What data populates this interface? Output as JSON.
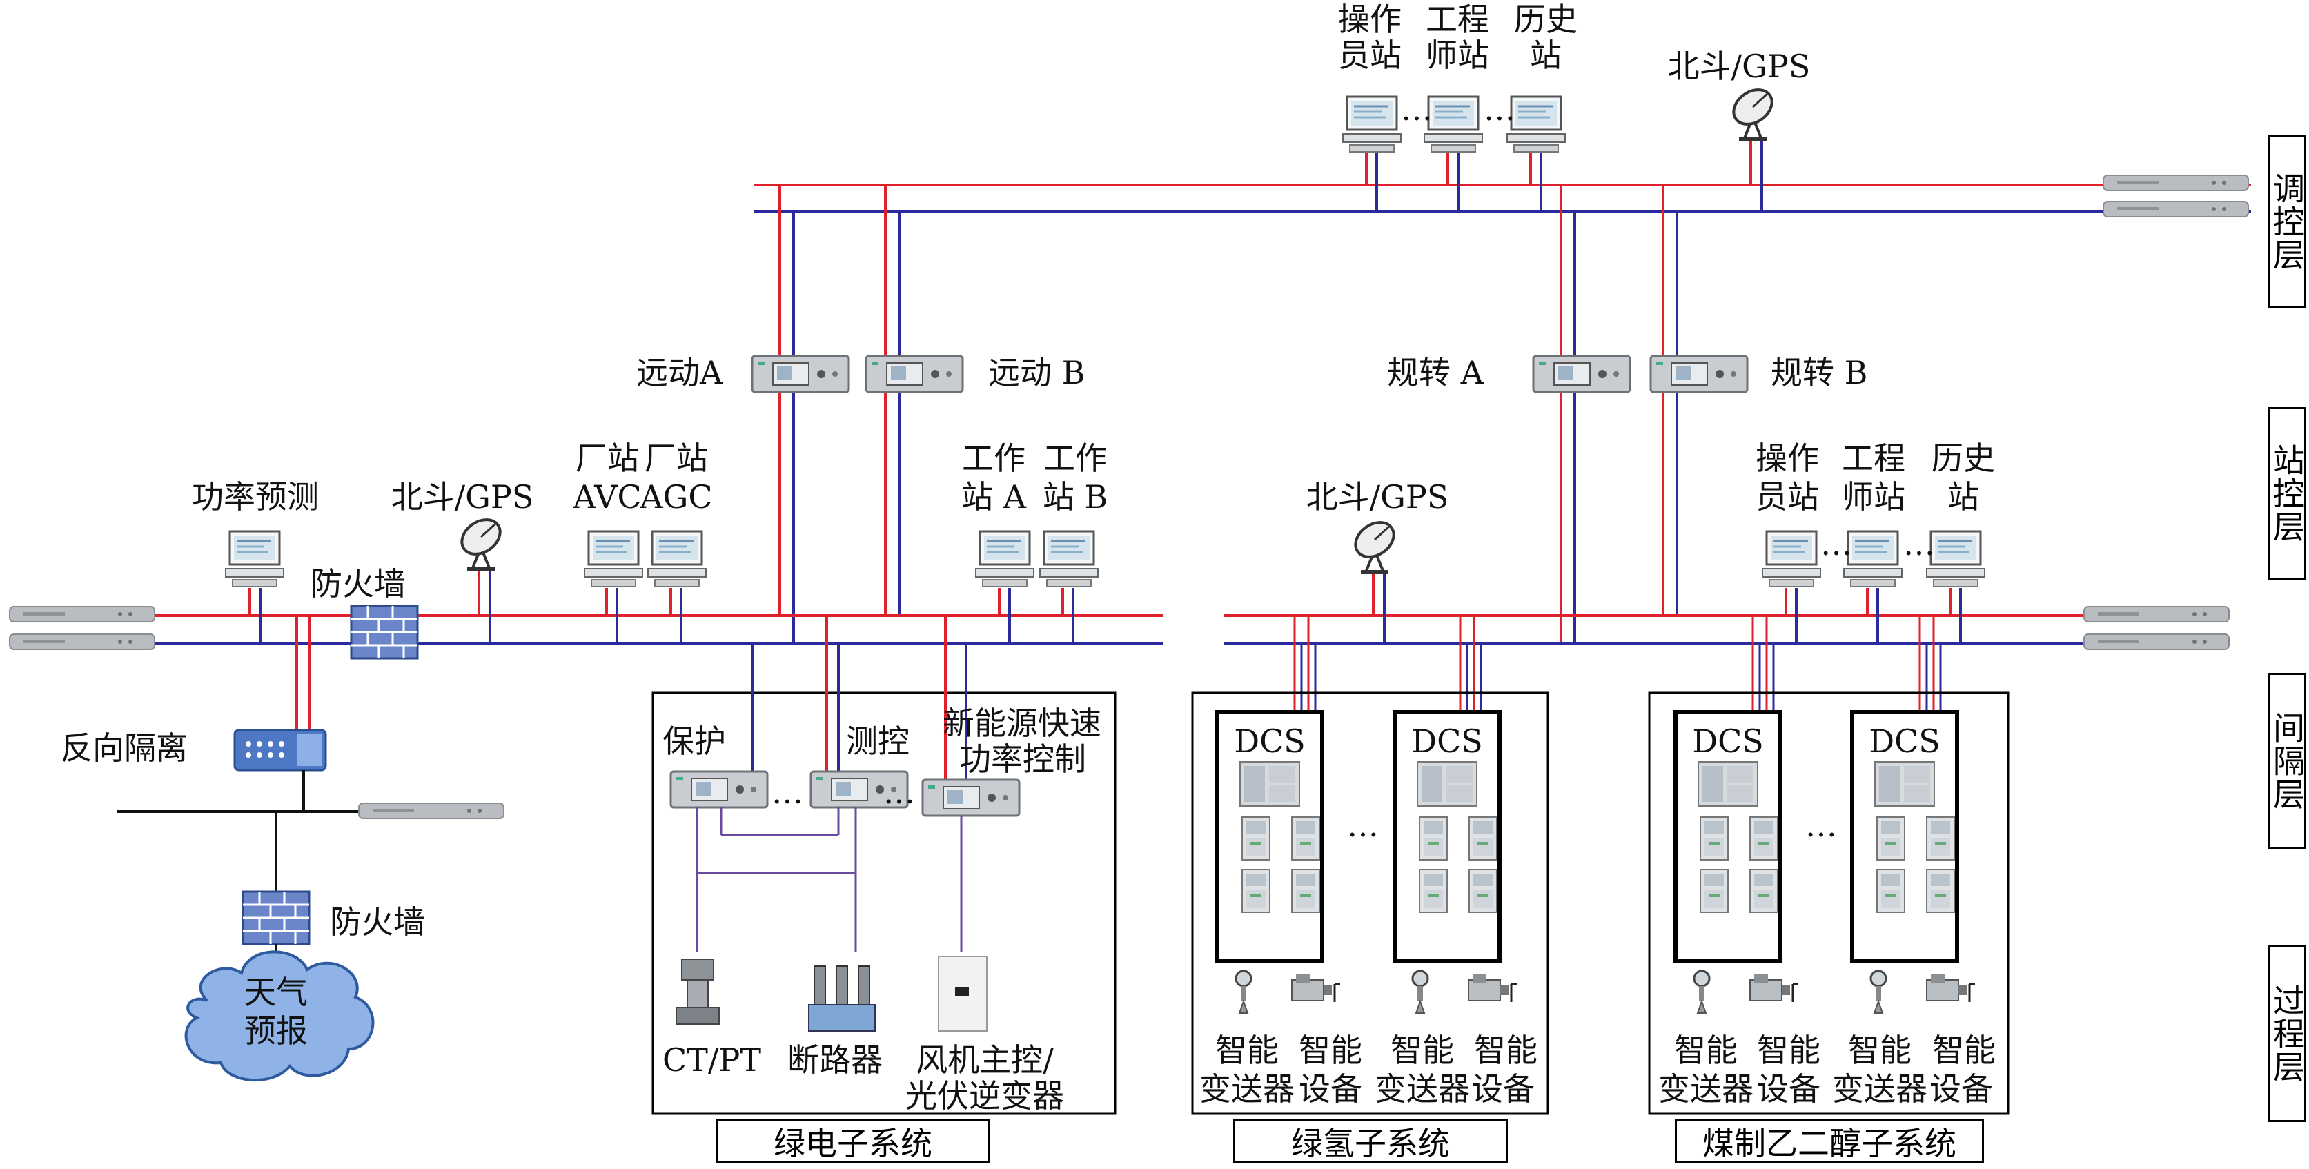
{
  "layers": [
    "调控层",
    "站控层",
    "间隔层",
    "过程层"
  ],
  "top": {
    "operator": "操作员站",
    "engineer": "工程师站",
    "history": "历史站",
    "beidou": "北斗/GPS"
  },
  "telecontrol_a": "远动A",
  "telecontrol_b": "远动 B",
  "protocol_a": "规转 A",
  "protocol_b": "规转 B",
  "left": {
    "power_forecast": "功率预测",
    "beidou": "北斗/GPS",
    "firewall": "防火墙",
    "avc_1": "厂站",
    "avc_2": "AVC",
    "agc_1": "厂站",
    "agc_2": "AGC",
    "ws_a_1": "工作",
    "ws_a_2": "站 A",
    "ws_b_1": "工作",
    "ws_b_2": "站 B",
    "reverse_isolation": "反向隔离",
    "firewall2": "防火墙",
    "weather_1": "天气",
    "weather_2": "预报"
  },
  "right": {
    "beidou": "北斗/GPS",
    "operator_1": "操作",
    "operator_2": "员站",
    "engineer_1": "工程",
    "engineer_2": "师站",
    "history_1": "历史",
    "history_2": "站"
  },
  "green_power": {
    "protection": "保护",
    "measure": "测控",
    "fast_power_1": "新能源快速",
    "fast_power_2": "功率控制",
    "ctpt": "CT/PT",
    "breaker": "断路器",
    "turbine_1": "风机主控/",
    "turbine_2": "光伏逆变器",
    "title": "绿电子系统"
  },
  "hydrogen": {
    "dcs": "DCS",
    "transmitter_1": "智能",
    "transmitter_2": "变送器",
    "device_1": "智能",
    "device_2": "设备",
    "title": "绿氢子系统"
  },
  "glycol": {
    "dcs": "DCS",
    "title": "煤制乙二醇子系统"
  },
  "ellipsis": "…"
}
